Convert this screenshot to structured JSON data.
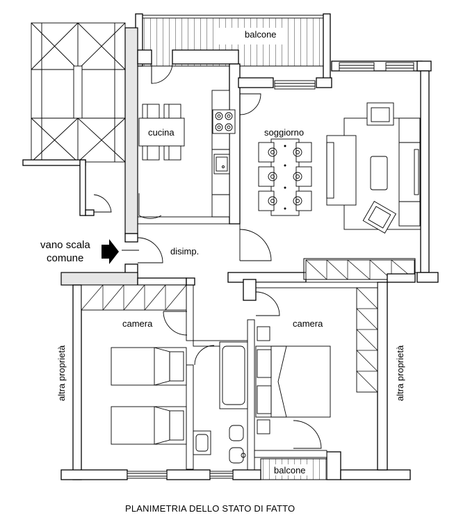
{
  "labels": {
    "balcone_top": "balcone",
    "cucina": "cucina",
    "soggiorno": "soggiorno",
    "disimp": "disimp.",
    "vano_line1": "vano scala",
    "vano_line2": "comune",
    "camera_left": "camera",
    "camera_right": "camera",
    "altra_left": "altra proprietà",
    "altra_right": "altra proprietà",
    "balcone_bottom": "balcone",
    "title": "PLANIMETRIA DELLO STATO DI FATTO"
  }
}
